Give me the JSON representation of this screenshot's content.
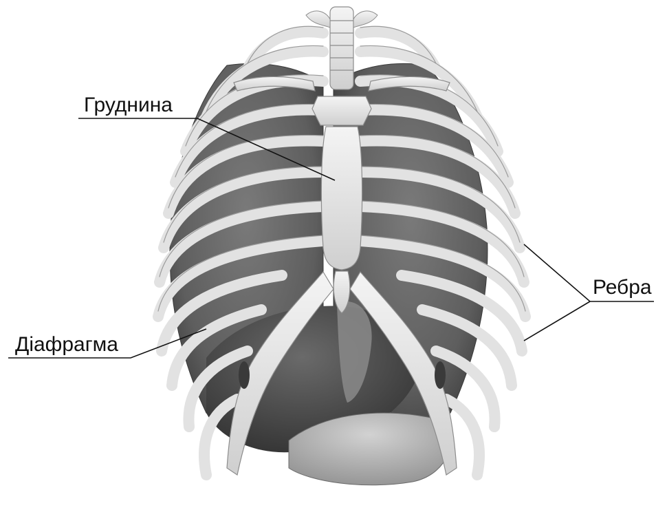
{
  "diagram": {
    "labels": {
      "sternum": "Груднина",
      "ribs": "Ребра",
      "diaphragm": "Діафрагма"
    },
    "colors": {
      "background": "#ffffff",
      "bone": "#e6e6e6",
      "bone_edge": "#8c8c8c",
      "lung": "#6e6e6e",
      "lung_dark": "#4a4a4a",
      "liver": "#505050",
      "stomach": "#b8b8b8",
      "line": "#111111"
    }
  }
}
